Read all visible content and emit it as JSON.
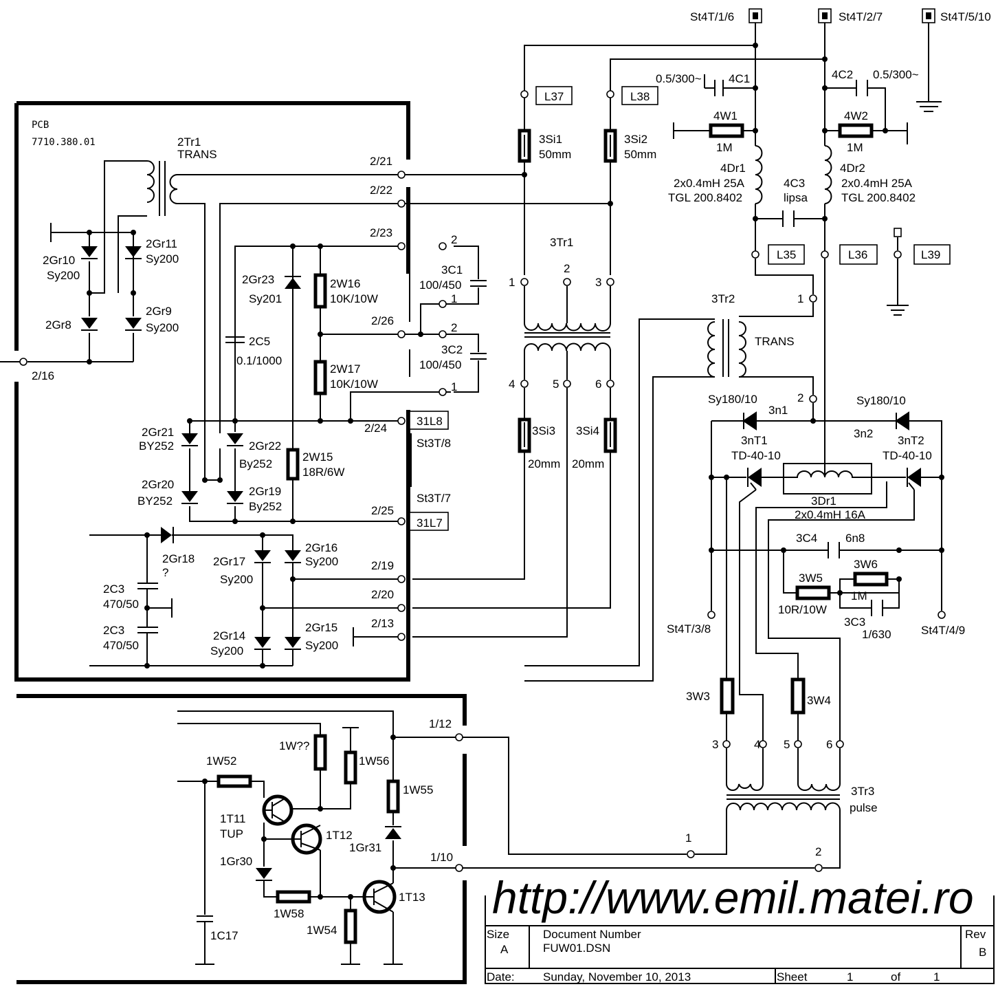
{
  "pcb": {
    "label": "PCB",
    "number": "7710.380.01"
  },
  "connectors_top": [
    "St4T/1/6",
    "St4T/2/7",
    "St4T/5/10"
  ],
  "pins": {
    "p2_16": "2/16",
    "p2_21": "2/21",
    "p2_22": "2/22",
    "p2_23": "2/23",
    "p2_26": "2/26",
    "p2_24": "2/24",
    "p2_25": "2/25",
    "p2_19": "2/19",
    "p2_20": "2/20",
    "p2_13": "2/13",
    "p1_12": "1/12",
    "p1_10": "1/10"
  },
  "labels": {
    "L37": "L37",
    "L38": "L38",
    "L35": "L35",
    "L36": "L36",
    "L39": "L39",
    "l31L8": "31L8",
    "l31L7": "31L7",
    "st3t8": "St3T/8",
    "st3t7": "St3T/7",
    "st4t38": "St4T/3/8",
    "st4t49": "St4T/4/9"
  },
  "components": {
    "tr2": "2Tr1",
    "trans": "TRANS",
    "gr10": "2Gr10",
    "gr10v": "Sy200",
    "gr11": "2Gr11",
    "gr11v": "Sy200",
    "gr8": "2Gr8",
    "gr9": "2Gr9",
    "gr9v": "Sy200",
    "gr23": "2Gr23",
    "gr23v": "Sy201",
    "c5": "2C5",
    "c5v": "0.1/1000",
    "w16": "2W16",
    "w16v": "10K/10W",
    "w17": "2W17",
    "w17v": "10K/10W",
    "c31": "3C1",
    "c31v": "100/450",
    "c32": "3C2",
    "c32v": "100/450",
    "gr21": "2Gr21",
    "gr21v": "BY252",
    "gr22": "2Gr22",
    "gr22v": "By252",
    "w15": "2W15",
    "w15v": "18R/6W",
    "gr20": "2Gr20",
    "gr20v": "BY252",
    "gr19": "2Gr19",
    "gr19v": "By252",
    "gr18": "2Gr18",
    "gr18v": "?",
    "gr17": "2Gr17",
    "gr17v": "Sy200",
    "gr16": "2Gr16",
    "gr16v": "Sy200",
    "c3": "2C3",
    "c3v": "470/50",
    "gr14": "2Gr14",
    "gr14v": "Sy200",
    "gr15": "2Gr15",
    "gr15v": "Sy200",
    "si1": "3Si1",
    "si1v": "50mm",
    "si2": "3Si2",
    "si2v": "50mm",
    "tr31": "3Tr1",
    "si3": "3Si3",
    "si3v": "20mm",
    "si4": "3Si4",
    "si4v": "20mm",
    "c41": "4C1",
    "c41v": "0.5/300~",
    "c42": "4C2",
    "c42v": "0.5/300~",
    "w41": "4W1",
    "w41v": "1M",
    "w42": "4W2",
    "w42v": "1M",
    "dr41": "4Dr1",
    "dr42": "4Dr2",
    "drv": "2x0.4mH 25A",
    "drt": "TGL 200.8402",
    "c43": "4C3",
    "c43v": "lipsa",
    "tr32": "3Tr2",
    "sy1": "Sy180/10",
    "sy2": "Sy180/10",
    "n1": "3n1",
    "n2": "3n2",
    "nt1": "3nT1",
    "nt2": "3nT2",
    "ntv": "TD-40-10",
    "dr3": "3Dr1",
    "dr3v": "2x0.4mH 16A",
    "c34": "3C4",
    "c34v": "6n8",
    "w35": "3W5",
    "w35v": "10R/10W",
    "w36": "3W6",
    "w36v": "1M",
    "c33": "3C3",
    "c33v": "1/630",
    "w33": "3W3",
    "w34": "3W4",
    "tr33": "3Tr3",
    "pulse": "pulse",
    "w1q": "1W??",
    "w56": "1W56",
    "w52": "1W52",
    "w55": "1W55",
    "t11": "1T11",
    "t11v": "TUP",
    "t12": "1T12",
    "gr31": "1Gr31",
    "gr30": "1Gr30",
    "t13": "1T13",
    "w58": "1W58",
    "w54": "1W54",
    "c17": "1C17"
  },
  "title_block": {
    "url": "http://www.emil.matei.ro",
    "size_label": "Size",
    "size": "A",
    "docnum_label": "Document Number",
    "docnum": "FUW01.DSN",
    "rev_label": "Rev",
    "rev": "B",
    "date_label": "Date:",
    "date": "Sunday, November 10, 2013",
    "sheet_label": "Sheet",
    "sheet": "1",
    "of_label": "of",
    "of": "1"
  }
}
